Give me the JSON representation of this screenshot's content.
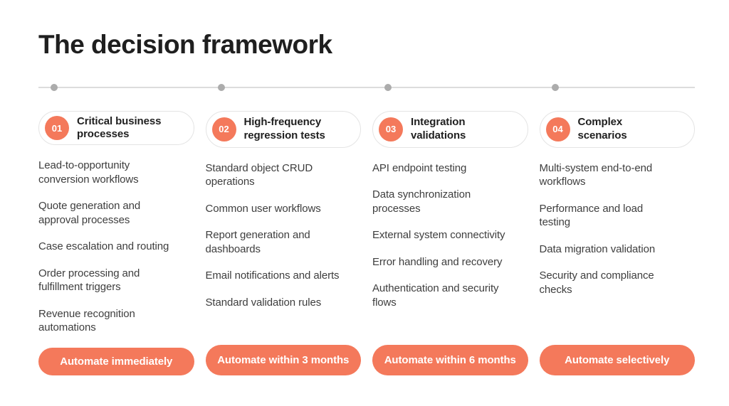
{
  "page": {
    "title": "The decision framework"
  },
  "colors": {
    "accent": "#F4795B",
    "title_text": "#1F1F1F",
    "body_text": "#3E3E3E",
    "pill_border": "#E4E4E4",
    "timeline_line": "#DCDCDC",
    "timeline_dot": "#ACACAC",
    "button_text": "#FFFFFF",
    "background": "#FFFFFF"
  },
  "columns": [
    {
      "number": "01",
      "title": "Critical business\nprocesses",
      "items": [
        "Lead-to-opportunity\nconversion workflows",
        "Quote generation and\napproval processes",
        "Case escalation and routing",
        "Order processing and\nfulfillment triggers",
        "Revenue recognition\nautomations"
      ],
      "button": "Automate immediately"
    },
    {
      "number": "02",
      "title": "High-frequency\nregression tests",
      "items": [
        "Standard object CRUD\noperations",
        "Common user workflows",
        "Report generation and\ndashboards",
        "Email notifications and alerts",
        "Standard validation rules"
      ],
      "button": "Automate within 3 months"
    },
    {
      "number": "03",
      "title": "Integration\nvalidations",
      "items": [
        "API endpoint testing",
        "Data synchronization\nprocesses",
        "External system connectivity",
        "Error handling and recovery",
        "Authentication and security\nflows"
      ],
      "button": "Automate within 6 months"
    },
    {
      "number": "04",
      "title": "Complex\nscenarios",
      "items": [
        "Multi-system end-to-end\nworkflows",
        "Performance and load\ntesting",
        "Data migration validation",
        "Security and compliance\nchecks"
      ],
      "button": "Automate selectively"
    }
  ]
}
